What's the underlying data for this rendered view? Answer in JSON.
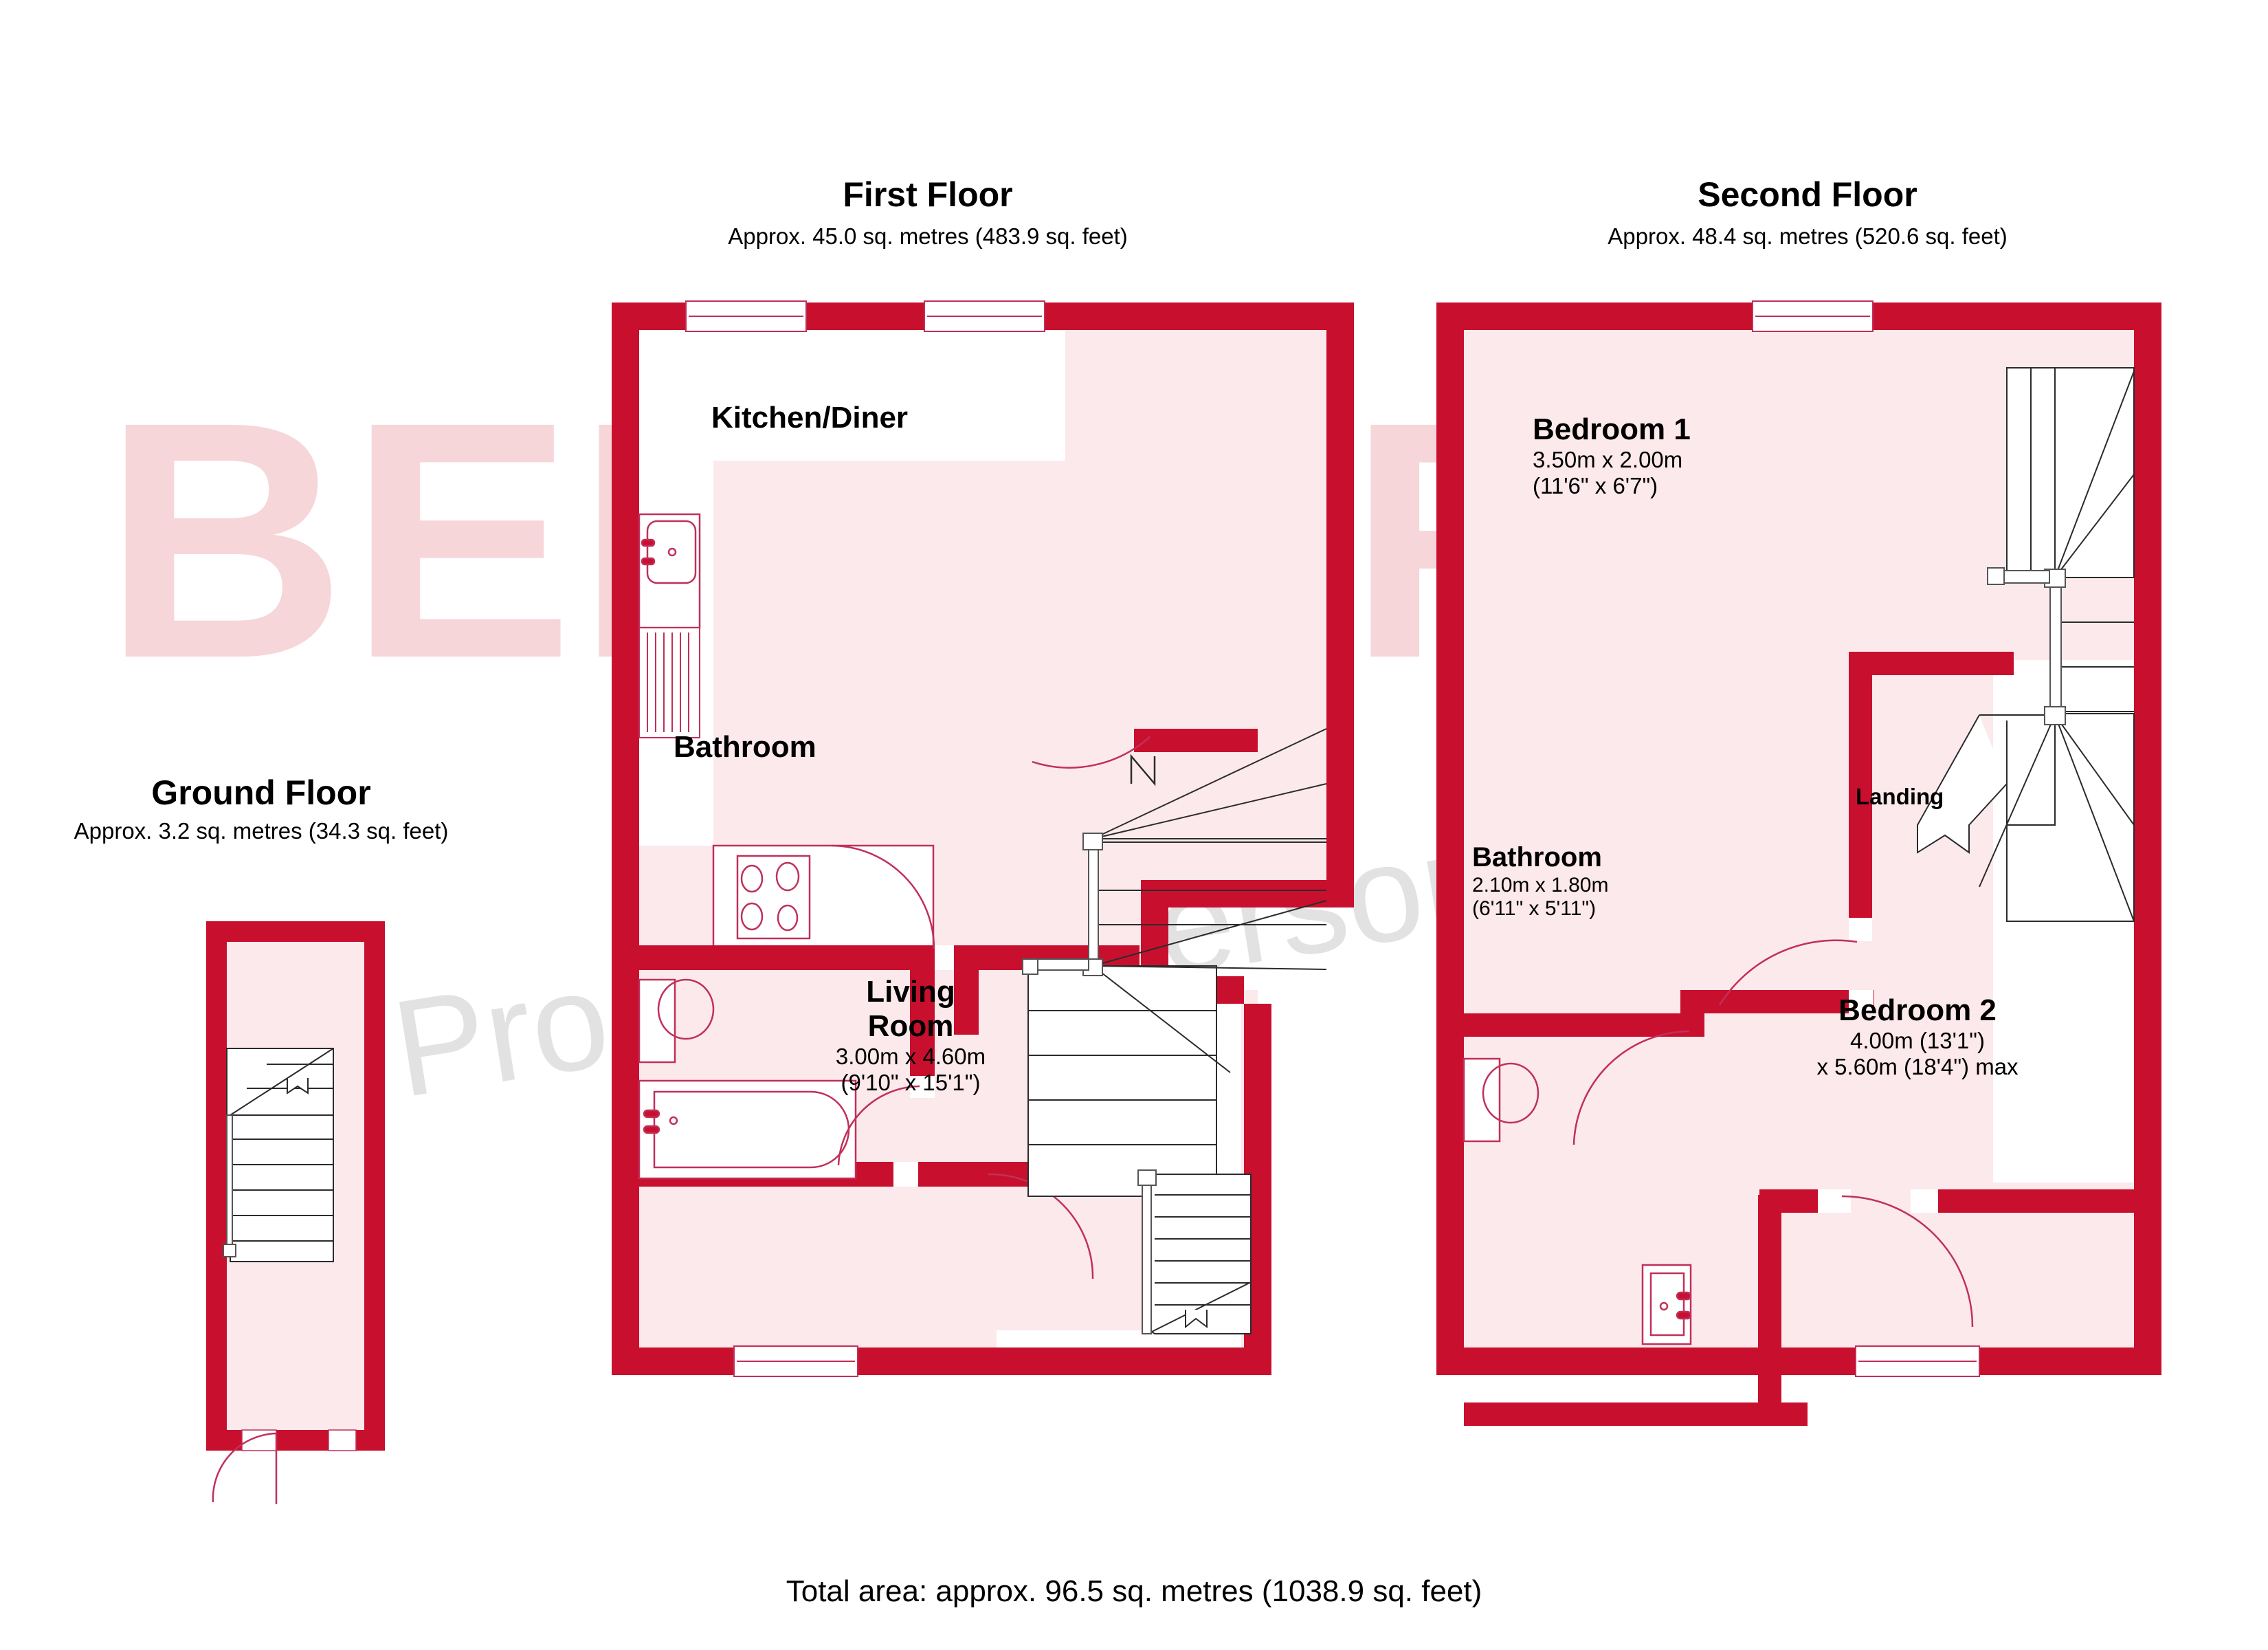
{
  "watermark": {
    "brand": "BELVOIR!",
    "tagline": "Property is personal"
  },
  "floors": [
    {
      "id": "ground",
      "title": "Ground Floor",
      "area": "Approx. 3.2 sq. metres (34.3 sq. feet)"
    },
    {
      "id": "first",
      "title": "First Floor",
      "area": "Approx. 45.0 sq. metres (483.9 sq. feet)"
    },
    {
      "id": "second",
      "title": "Second Floor",
      "area": "Approx. 48.4 sq. metres (520.6 sq. feet)"
    }
  ],
  "rooms": {
    "kitchen_diner": {
      "name": "Kitchen/Diner"
    },
    "bathroom_first": {
      "name": "Bathroom"
    },
    "living_room": {
      "name_line1": "Living",
      "name_line2": "Room",
      "dim_metric": "3.00m x 4.60m",
      "dim_imperial": "(9'10\" x 15'1\")"
    },
    "bedroom_1": {
      "name": "Bedroom 1",
      "dim_metric": "3.50m x 2.00m",
      "dim_imperial": "(11'6\" x 6'7\")"
    },
    "bedroom_2": {
      "name": "Bedroom 2",
      "dim_metric": "4.00m (13'1\")",
      "dim_imperial": "x 5.60m (18'4\") max"
    },
    "bathroom_second": {
      "name": "Bathroom",
      "dim_metric": "2.10m x 1.80m",
      "dim_imperial": "(6'11\" x 5'11\")"
    },
    "landing": {
      "name": "Landing"
    }
  },
  "footer": {
    "total_area": "Total area: approx. 96.5 sq. metres (1038.9 sq. feet)"
  },
  "colors": {
    "wall": "#c8102e",
    "floor_fill": "#fce9ec",
    "fixture_stroke": "#c0305a",
    "watermark_brand": "#f6d4d8",
    "watermark_tagline": "#e2e2e2",
    "text": "#000000"
  }
}
